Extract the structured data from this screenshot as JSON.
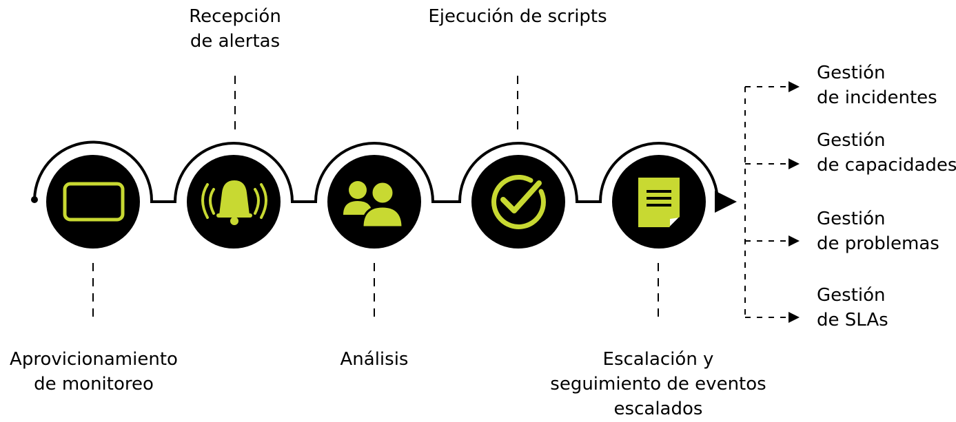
{
  "colors": {
    "accent": "#c8d932",
    "circle": "#000000",
    "line": "#000000",
    "background": "#ffffff"
  },
  "steps": [
    {
      "id": "provisioning",
      "icon": "tablet-icon",
      "label_lines": [
        "Aprovicionamiento",
        "de monitoreo"
      ],
      "label_position": "bottom"
    },
    {
      "id": "alerts",
      "icon": "bell-icon",
      "label_lines": [
        "Recepción",
        "de alertas"
      ],
      "label_position": "top"
    },
    {
      "id": "analysis",
      "icon": "users-icon",
      "label_lines": [
        "Análisis"
      ],
      "label_position": "bottom"
    },
    {
      "id": "scripts",
      "icon": "check-circle-icon",
      "label_lines": [
        "Ejecución de scripts"
      ],
      "label_position": "top"
    },
    {
      "id": "escalation",
      "icon": "document-icon",
      "label_lines": [
        "Escalación y",
        "seguimiento de eventos",
        "escalados"
      ],
      "label_position": "bottom"
    }
  ],
  "outputs": [
    {
      "id": "incidents",
      "label_lines": [
        "Gestión",
        "de incidentes"
      ]
    },
    {
      "id": "capacity",
      "label_lines": [
        "Gestión",
        "de capacidades"
      ]
    },
    {
      "id": "problems",
      "label_lines": [
        "Gestión",
        "de problemas"
      ]
    },
    {
      "id": "slas",
      "label_lines": [
        "Gestión",
        "de SLAs"
      ]
    }
  ]
}
